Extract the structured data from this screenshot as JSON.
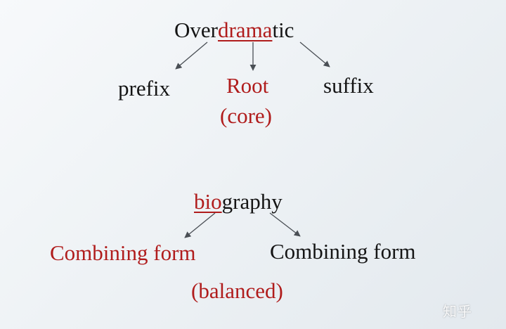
{
  "colors": {
    "text": "#141414",
    "accent": "#b01c1c",
    "arrow": "#4a4f55"
  },
  "example1": {
    "word_prefix": "Over",
    "word_root": "drama",
    "word_suffix": "tic",
    "prefix_label": "prefix",
    "root_label": "Root",
    "root_note": "(core)",
    "suffix_label": "suffix"
  },
  "example2": {
    "word_first": "bio",
    "word_second": "graphy",
    "left_label": "Combining form",
    "right_label": "Combining form",
    "note": "(balanced)"
  },
  "watermark": {
    "text": "知乎"
  }
}
